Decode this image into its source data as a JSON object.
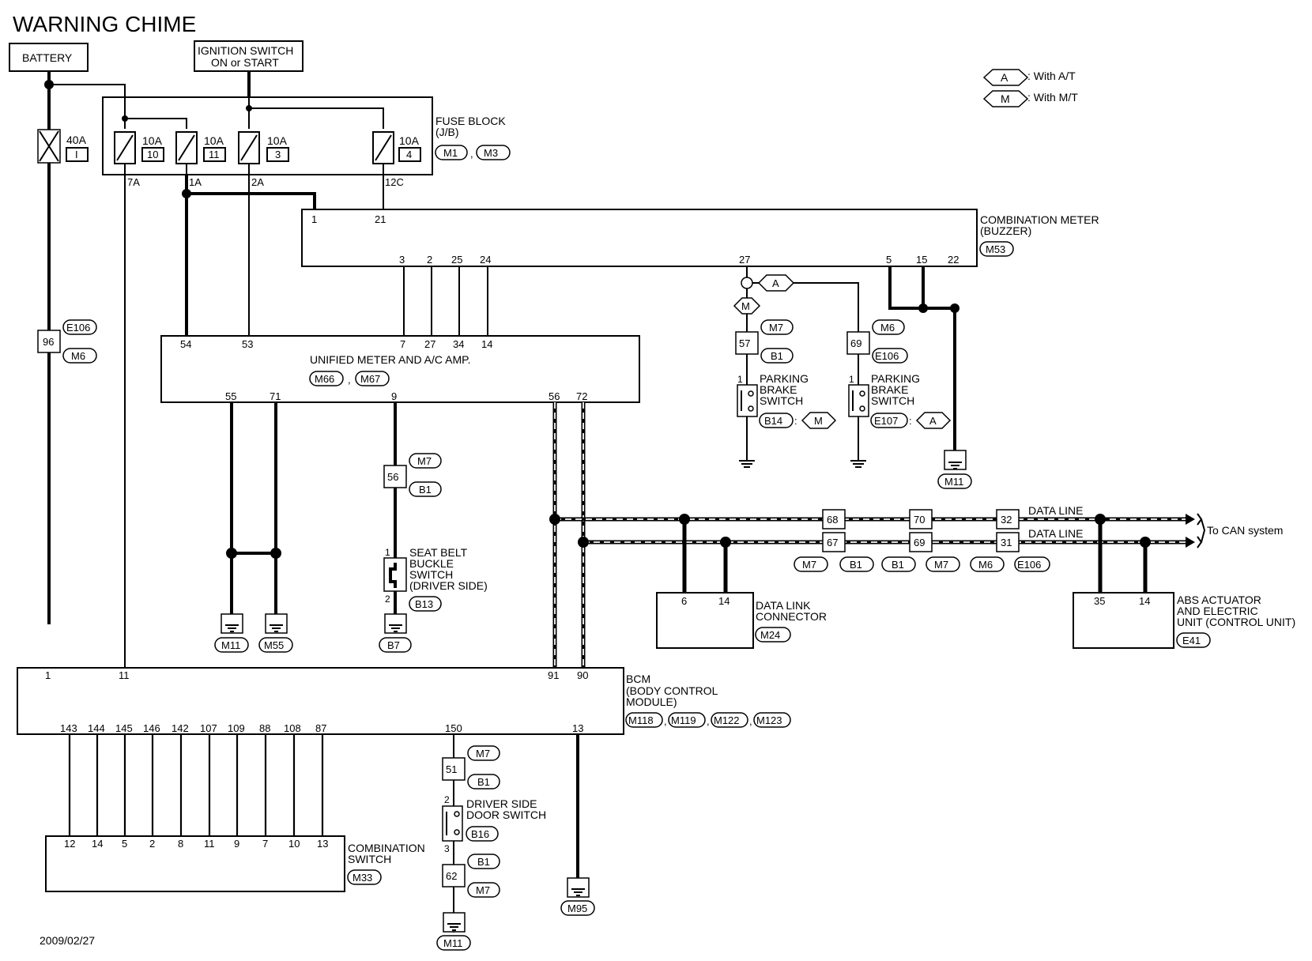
{
  "title": "WARNING CHIME",
  "date": "2009/02/27",
  "legend": {
    "at": {
      "symbol": "A",
      "text": ": With A/T"
    },
    "mt": {
      "symbol": "M",
      "text": ": With M/T"
    }
  },
  "battery": "BATTERY",
  "ignition": {
    "line1": "IGNITION SWITCH",
    "line2": "ON or START"
  },
  "fuse_block": {
    "line1": "FUSE BLOCK",
    "line2": "(J/B)",
    "conn1": "M1",
    "sep": ",",
    "conn2": "M3",
    "fuses": [
      {
        "rating": "10A",
        "num": "10",
        "out": "7A"
      },
      {
        "rating": "10A",
        "num": "11",
        "out": "1A"
      },
      {
        "rating": "10A",
        "num": "3",
        "out": "2A"
      },
      {
        "rating": "10A",
        "num": "4",
        "out": "12C"
      }
    ]
  },
  "fusible_link": {
    "rating": "40A",
    "num": "I"
  },
  "e106_96": {
    "pin": "96",
    "c1": "E106",
    "c2": "M6"
  },
  "combination_meter": {
    "line1": "COMBINATION METER",
    "line2": "(BUZZER)",
    "conn": "M53",
    "pins": [
      "1",
      "21",
      "3",
      "2",
      "25",
      "24",
      "27",
      "5",
      "15",
      "22"
    ]
  },
  "unified_meter": {
    "label": "UNIFIED METER AND A/C AMP.",
    "c1": "M66",
    "sep": ",",
    "c2": "M67",
    "pins_top": [
      "54",
      "53",
      "7",
      "27",
      "34",
      "14"
    ],
    "pins_bottom": [
      "55",
      "71",
      "9",
      "56",
      "72"
    ]
  },
  "brake_mt": {
    "pin": "57",
    "c1": "M7",
    "c2": "B1",
    "sym": "M",
    "pin1": "1",
    "line1": "PARKING",
    "line2": "BRAKE",
    "line3": "SWITCH",
    "conn": "B14",
    "colon": ":",
    "var": "M"
  },
  "brake_at": {
    "pin": "69",
    "c1": "M6",
    "c2": "E106",
    "sym": "A",
    "pin1": "1",
    "line1": "PARKING",
    "line2": "BRAKE",
    "line3": "SWITCH",
    "conn": "E107",
    "colon": ":",
    "var": "A"
  },
  "ground_m11_meter": "M11",
  "seat_belt": {
    "pin": "56",
    "c1": "M7",
    "c2": "B1",
    "p1": "1",
    "p2": "2",
    "line1": "SEAT BELT",
    "line2": "BUCKLE",
    "line3": "SWITCH",
    "line4": "(DRIVER SIDE)",
    "conn": "B13",
    "ground": "B7"
  },
  "grounds_unified": {
    "g1": "M11",
    "g2": "M55"
  },
  "can": {
    "junctions": [
      {
        "top": "68",
        "bottom": "67"
      },
      {
        "top": "70",
        "bottom": "69"
      },
      {
        "top": "32",
        "bottom": "31"
      }
    ],
    "conns": [
      "M7",
      "B1",
      "B1",
      "M7",
      "M6",
      "E106"
    ],
    "data_line1": "DATA LINE",
    "data_line2": "DATA LINE",
    "to_can": "To CAN system"
  },
  "data_link": {
    "line1": "DATA LINK",
    "line2": "CONNECTOR",
    "conn": "M24",
    "pins": [
      "6",
      "14"
    ]
  },
  "abs": {
    "line1": "ABS ACTUATOR",
    "line2": "AND ELECTRIC",
    "line3": "UNIT (CONTROL UNIT)",
    "conn": "E41",
    "pins": [
      "35",
      "14"
    ]
  },
  "bcm": {
    "line1": "BCM",
    "line2": "(BODY CONTROL",
    "line3": "MODULE)",
    "conns": [
      "M118",
      "M119",
      "M122",
      "M123"
    ],
    "sep": ",",
    "pins_top": [
      "1",
      "11",
      "91",
      "90"
    ],
    "pins_bottom": [
      "143",
      "144",
      "145",
      "146",
      "142",
      "107",
      "109",
      "88",
      "108",
      "87",
      "150",
      "13"
    ]
  },
  "combination_switch": {
    "line1": "COMBINATION",
    "line2": "SWITCH",
    "conn": "M33",
    "pins": [
      "12",
      "14",
      "5",
      "2",
      "8",
      "11",
      "9",
      "7",
      "10",
      "13"
    ]
  },
  "door_switch": {
    "pin_a": "51",
    "a1": "M7",
    "a2": "B1",
    "p2": "2",
    "p3": "3",
    "line1": "DRIVER SIDE",
    "line2": "DOOR SWITCH",
    "conn": "B16",
    "pin_b": "62",
    "b1": "B1",
    "b2": "M7",
    "ground": "M11"
  },
  "ground_m95": "M95"
}
